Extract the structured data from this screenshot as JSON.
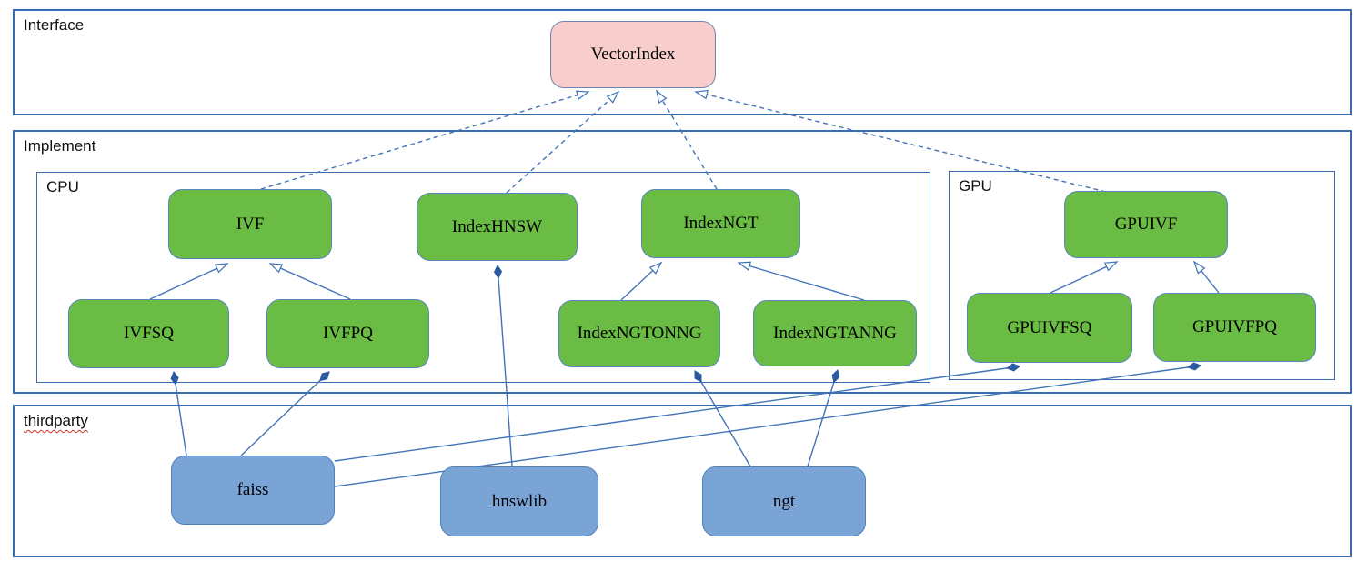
{
  "containers": {
    "interface": {
      "label": "Interface"
    },
    "implement": {
      "label": "Implement"
    },
    "cpu": {
      "label": "CPU"
    },
    "gpu": {
      "label": "GPU"
    },
    "thirdparty": {
      "label": "thirdparty"
    }
  },
  "nodes": {
    "vectorindex": {
      "label": "VectorIndex",
      "group": "interface"
    },
    "ivf": {
      "label": "IVF",
      "group": "cpu"
    },
    "indexhnsw": {
      "label": "IndexHNSW",
      "group": "cpu"
    },
    "indexngt": {
      "label": "IndexNGT",
      "group": "cpu"
    },
    "ivfsq": {
      "label": "IVFSQ",
      "group": "cpu"
    },
    "ivfpq": {
      "label": "IVFPQ",
      "group": "cpu"
    },
    "indexngtonng": {
      "label": "IndexNGTONNG",
      "group": "cpu"
    },
    "indexngtanng": {
      "label": "IndexNGTANNG",
      "group": "cpu"
    },
    "gpuivf": {
      "label": "GPUIVF",
      "group": "gpu"
    },
    "gpuivfsq": {
      "label": "GPUIVFSQ",
      "group": "gpu"
    },
    "gpuivfpq": {
      "label": "GPUIVFPQ",
      "group": "gpu"
    },
    "faiss": {
      "label": "faiss",
      "group": "thirdparty"
    },
    "hnswlib": {
      "label": "hnswlib",
      "group": "thirdparty"
    },
    "ngt": {
      "label": "ngt",
      "group": "thirdparty"
    }
  },
  "relations": {
    "realization_dashed": [
      {
        "from": "IVF",
        "to": "VectorIndex"
      },
      {
        "from": "IndexHNSW",
        "to": "VectorIndex"
      },
      {
        "from": "IndexNGT",
        "to": "VectorIndex"
      },
      {
        "from": "GPUIVF",
        "to": "VectorIndex"
      }
    ],
    "inheritance": [
      {
        "from": "IVFSQ",
        "to": "IVF"
      },
      {
        "from": "IVFPQ",
        "to": "IVF"
      },
      {
        "from": "IndexNGTONNG",
        "to": "IndexNGT"
      },
      {
        "from": "IndexNGTANNG",
        "to": "IndexNGT"
      },
      {
        "from": "GPUIVFSQ",
        "to": "GPUIVF"
      },
      {
        "from": "GPUIVFPQ",
        "to": "GPUIVF"
      }
    ],
    "composition": [
      {
        "from": "faiss",
        "to": "IVFSQ"
      },
      {
        "from": "faiss",
        "to": "IVFPQ"
      },
      {
        "from": "faiss",
        "to": "GPUIVFSQ"
      },
      {
        "from": "faiss",
        "to": "GPUIVFPQ"
      },
      {
        "from": "hnswlib",
        "to": "IndexHNSW"
      },
      {
        "from": "ngt",
        "to": "IndexNGTONNG"
      },
      {
        "from": "ngt",
        "to": "IndexNGTANNG"
      }
    ]
  },
  "colors": {
    "container_border": "#3a6cb4",
    "interface_node_fill": "#f8cecc",
    "implement_node_fill": "#6abc45",
    "thirdparty_node_fill": "#7aa3d6",
    "node_border_blue": "#5a85bf",
    "edge": "#4273b8",
    "diamond_fill": "#2b5aa0",
    "spellcheck_squiggle": "#d0342c"
  }
}
